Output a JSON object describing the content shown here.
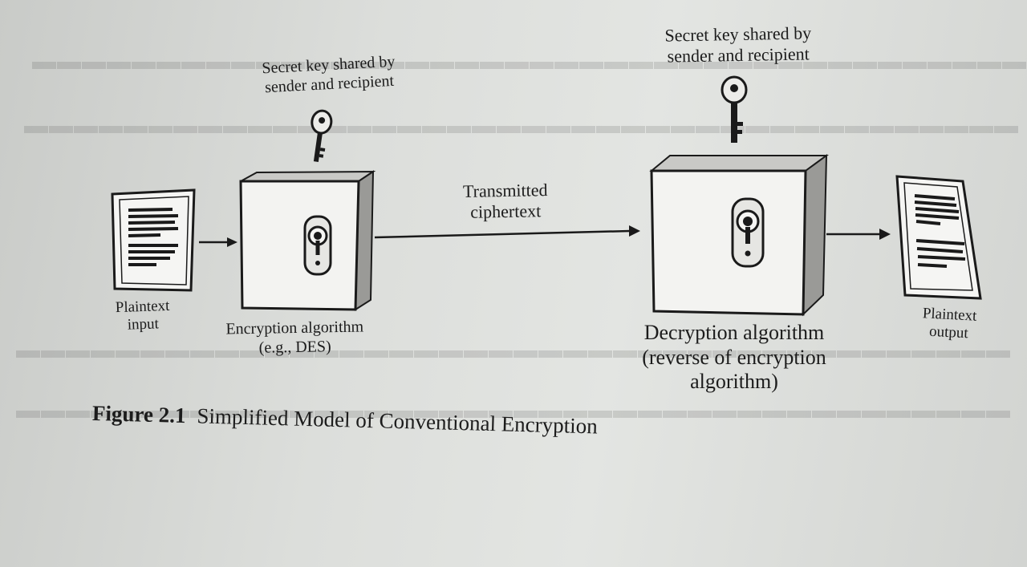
{
  "figure": {
    "number": "Figure 2.1",
    "title": "Simplified Model of Conventional Encryption"
  },
  "labels": {
    "key_left_line1": "Secret key shared by",
    "key_left_line2": "sender and recipient",
    "key_right_line1": "Secret key shared by",
    "key_right_line2": "sender and recipient",
    "plaintext_input_line1": "Plaintext",
    "plaintext_input_line2": "input",
    "encryption_line1": "Encryption algorithm",
    "encryption_line2": "(e.g., DES)",
    "transmitted_line1": "Transmitted",
    "transmitted_line2": "ciphertext",
    "decryption_line1": "Decryption algorithm",
    "decryption_line2": "(reverse of encryption",
    "decryption_line3": "algorithm)",
    "plaintext_output_line1": "Plaintext",
    "plaintext_output_line2": "output"
  },
  "icons": [
    "document-icon",
    "key-icon",
    "lock-box-icon",
    "arrow-icon"
  ]
}
